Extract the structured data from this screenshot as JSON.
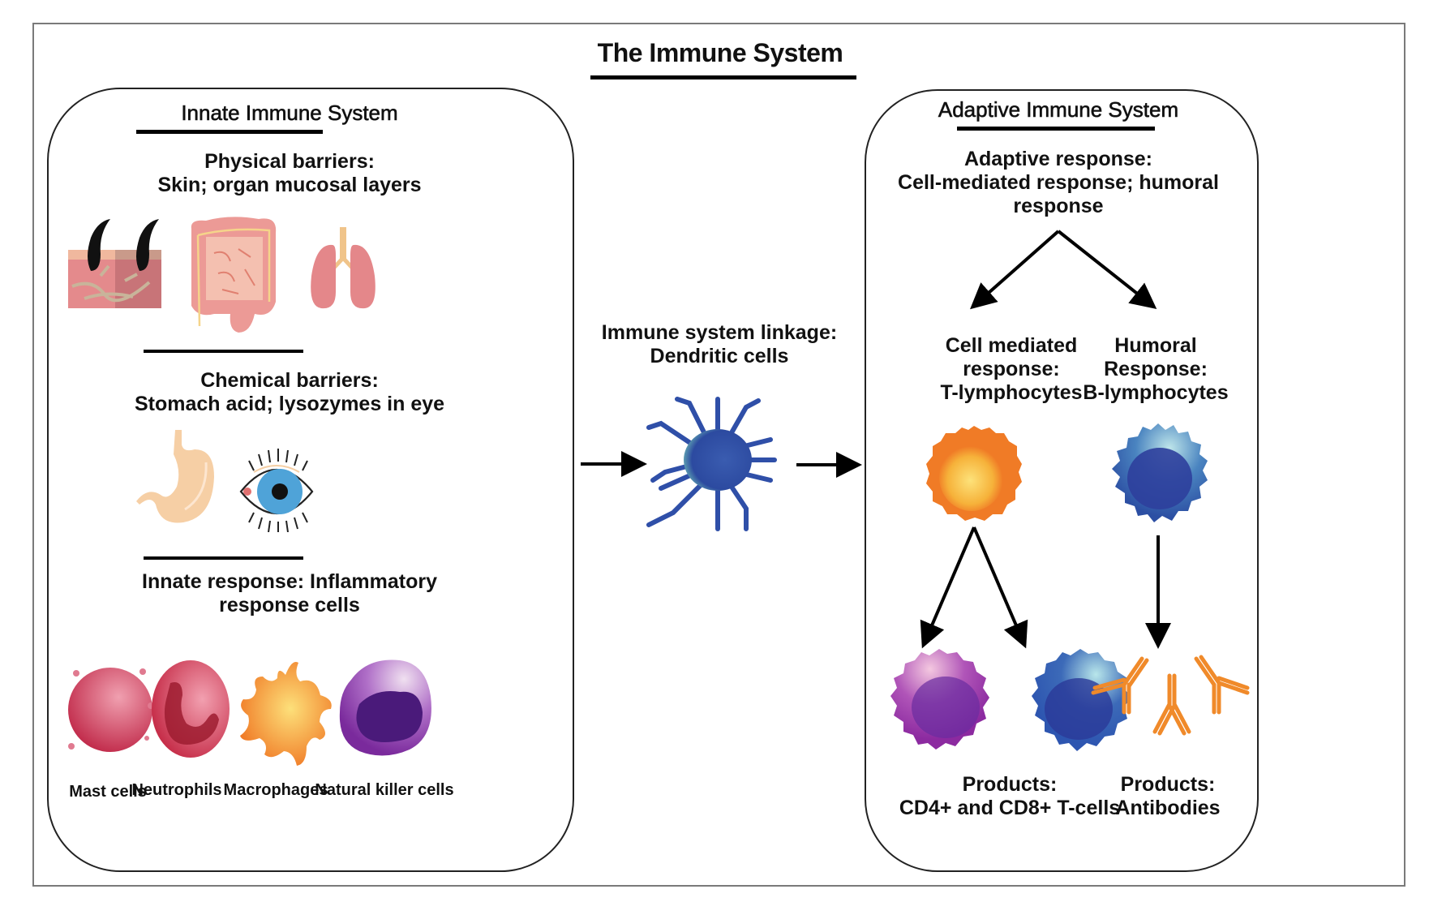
{
  "title": "The Immune System",
  "innate": {
    "title": "Innate Immune System",
    "physical": {
      "line1": "Physical barriers:",
      "line2": "Skin; organ mucosal layers",
      "icons": [
        "skin-icon",
        "intestine-icon",
        "lungs-icon"
      ]
    },
    "chemical": {
      "line1": "Chemical barriers:",
      "line2": "Stomach acid; lysozymes in eye",
      "icons": [
        "stomach-icon",
        "eye-icon"
      ]
    },
    "response": {
      "line1": "Innate response: Inflammatory",
      "line2": "response cells"
    },
    "cells": [
      {
        "label": "Mast cells",
        "icon": "mast-cell-icon"
      },
      {
        "label": "Neutrophils",
        "icon": "neutrophil-icon"
      },
      {
        "label": "Macrophages",
        "icon": "macrophage-icon"
      },
      {
        "label": "Natural killer cells",
        "icon": "nk-cell-icon"
      }
    ]
  },
  "linkage": {
    "line1": "Immune system linkage:",
    "line2": "Dendritic cells",
    "icon": "dendritic-cell-icon"
  },
  "adaptive": {
    "title": "Adaptive Immune System",
    "response": {
      "line1": "Adaptive response:",
      "line2": "Cell-mediated response; humoral",
      "line3": "response"
    },
    "cell_mediated": {
      "line1": "Cell mediated",
      "line2": "response:",
      "line3": "T-lymphocytes",
      "icon": "t-lymphocyte-icon"
    },
    "humoral": {
      "line1": "Humoral",
      "line2": "Response:",
      "line3": "B-lymphocytes",
      "icon": "b-lymphocyte-icon"
    },
    "t_products": {
      "line1": "Products:",
      "line2": "CD4+ and CD8+ T-cells",
      "icons": [
        "cd4-t-cell-icon",
        "cd8-t-cell-icon"
      ]
    },
    "b_products": {
      "line1": "Products:",
      "line2": "Antibodies",
      "icon": "antibody-icon"
    }
  },
  "colors": {
    "skin": "#e8868a",
    "organ_pink": "#ec9a96",
    "stomach": "#f5cfa6",
    "eye_iris": "#4fa3d8",
    "mast": "#c8304f",
    "neutrophil": "#c62a48",
    "macrophage": "#f28a2a",
    "nk": "#7a2a9c",
    "dendritic": "#2f4fa8",
    "t_cell": "#f07b26",
    "b_cell": "#2c4fa3",
    "cd4": "#8c2aa0",
    "cd8": "#2d55b0",
    "antibody": "#f08a2a"
  }
}
